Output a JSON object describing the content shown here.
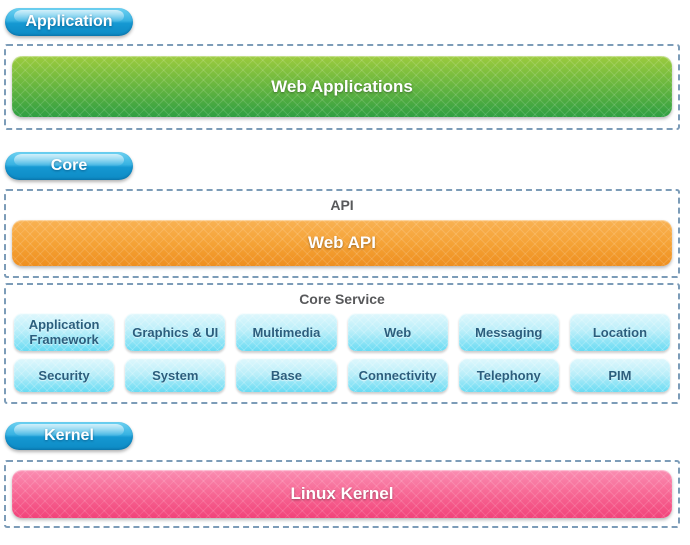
{
  "pills": {
    "application": "Application",
    "core": "Core",
    "kernel": "Kernel"
  },
  "sections": {
    "application": {
      "bar": "Web Applications"
    },
    "api": {
      "title": "API",
      "bar": "Web API"
    },
    "core_service": {
      "title": "Core Service",
      "row1": [
        "Application Framework",
        "Graphics & UI",
        "Multimedia",
        "Web",
        "Messaging",
        "Location"
      ],
      "row2": [
        "Security",
        "System",
        "Base",
        "Connectivity",
        "Telephony",
        "PIM"
      ]
    },
    "kernel": {
      "bar": "Linux Kernel"
    }
  },
  "colors": {
    "dashed_border": "#7c9cb8",
    "pill_blue_top": "#6ed2f2",
    "pill_blue_bottom": "#0d8ac4",
    "green_bar_top": "#9ccb3d",
    "green_bar_bottom": "#2f9f42",
    "orange_bar_top": "#f9b253",
    "orange_bar_bottom": "#ee8f1f",
    "pink_bar_top": "#fa8db2",
    "pink_bar_bottom": "#f2437a",
    "service_box_top": "#e0f8fd",
    "service_box_bottom": "#68dbf3",
    "service_box_text": "#2b5e7d",
    "section_title_text": "#58595b",
    "bar_text": "#ffffff"
  }
}
